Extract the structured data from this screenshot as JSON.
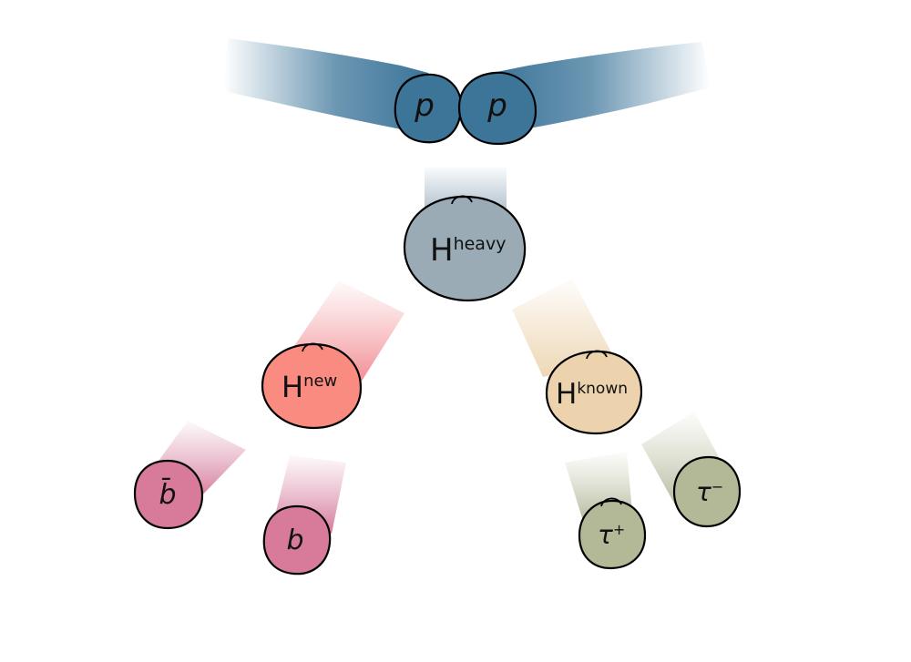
{
  "diagram": {
    "beam": {
      "left_color": "#3b7499",
      "right_color": "#3b7499"
    },
    "nodes": {
      "p_left": {
        "symbol": "p",
        "color": "#3d7599"
      },
      "p_right": {
        "symbol": "p",
        "color": "#3d7599"
      },
      "h_heavy": {
        "symbol": "H",
        "superscript": "heavy",
        "color": "#9aabb5"
      },
      "h_new": {
        "symbol": "H",
        "superscript": "new",
        "color": "#fa8b80"
      },
      "h_known": {
        "symbol": "H",
        "superscript": "known",
        "color": "#ecd3ae"
      },
      "b_bar": {
        "symbol": "b̄",
        "color": "#d87a9a"
      },
      "b": {
        "symbol": "b",
        "color": "#d87a9a"
      },
      "tau_plus": {
        "symbol": "τ",
        "superscript": "+",
        "color": "#b3b996"
      },
      "tau_minus": {
        "symbol": "τ",
        "superscript": "−",
        "color": "#b3b996"
      }
    },
    "trails": {
      "heavy_color": "#8fa6b8",
      "new_color": "#f4a0a6",
      "known_color": "#ecd3ae",
      "b_color": "#d98aa8",
      "tau_color": "#c5c9ad"
    }
  }
}
